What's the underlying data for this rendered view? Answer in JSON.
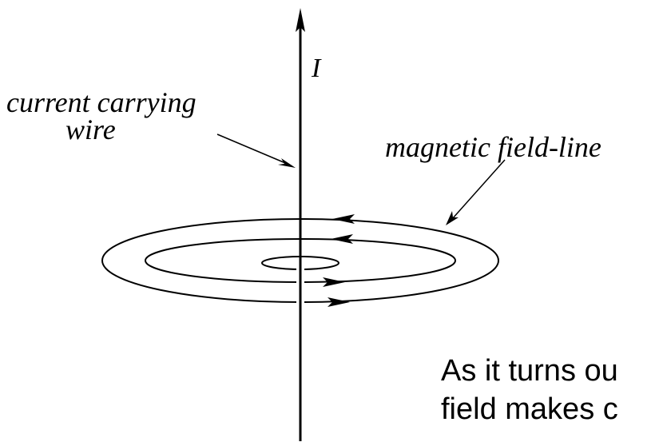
{
  "diagram": {
    "labels": {
      "current_symbol": "I",
      "wire_line1": "current carrying",
      "wire_line2": "wire",
      "field_line": "magnetic field-line"
    },
    "caption": {
      "line1": "As it turns ou",
      "line2": "field makes c"
    }
  }
}
